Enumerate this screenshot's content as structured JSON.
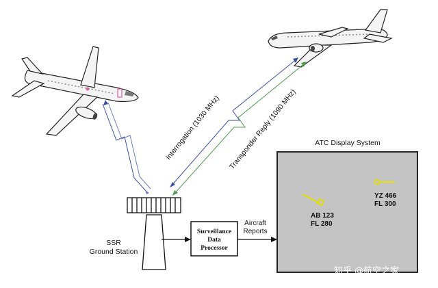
{
  "diagram": {
    "display_title": "ATC Display System",
    "interrogation_label": "Interrogation (1030 MHz)",
    "reply_label": "Transponder Reply (1090 MHz)",
    "ground_station_line1": "SSR",
    "ground_station_line2": "Ground Station",
    "processor_line1": "Surveillance",
    "processor_line2": "Data",
    "processor_line3": "Processor",
    "aircraft_reports_line1": "Aircraft",
    "aircraft_reports_line2": "Reports",
    "target_a_callsign": "AB 123",
    "target_a_level": "FL 280",
    "target_b_callsign": "YZ 466",
    "target_b_level": "FL 300",
    "watermark": "知乎 @航空之家"
  },
  "colors": {
    "interrogation_line": "#3a4fa0",
    "reply_line": "#4f9a4f",
    "display_fill": "#c4c4c4",
    "target_symbol": "#e4e000",
    "airframe_outline": "#222222"
  }
}
